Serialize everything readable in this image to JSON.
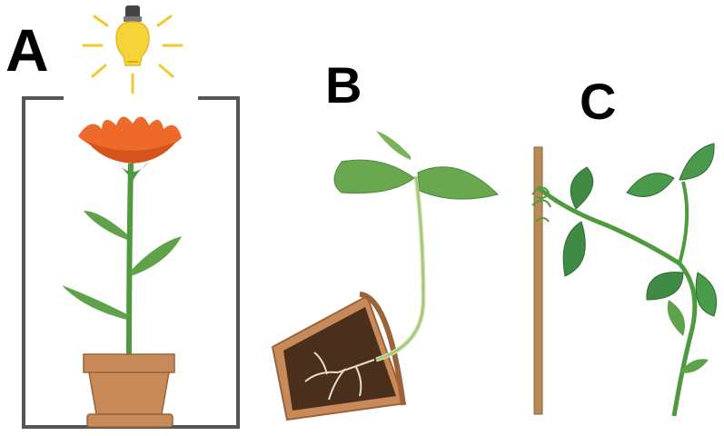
{
  "panels": [
    {
      "label": "A",
      "description_icon": "potted-flower-under-lightbulb"
    },
    {
      "label": "B",
      "description_icon": "seedling-in-tipped-pot"
    },
    {
      "label": "C",
      "description_icon": "climbing-vine-on-stake"
    }
  ],
  "colors": {
    "label": "#000000",
    "pot": "#c98a5a",
    "pot_dark": "#9c6238",
    "soil": "#4a2f1c",
    "leaf": "#5fa24a",
    "leaf_dark": "#3f7f35",
    "petal": "#ee6a2a",
    "bulb": "#f5d43a",
    "box": "#555555",
    "stake": "#b88a56"
  }
}
